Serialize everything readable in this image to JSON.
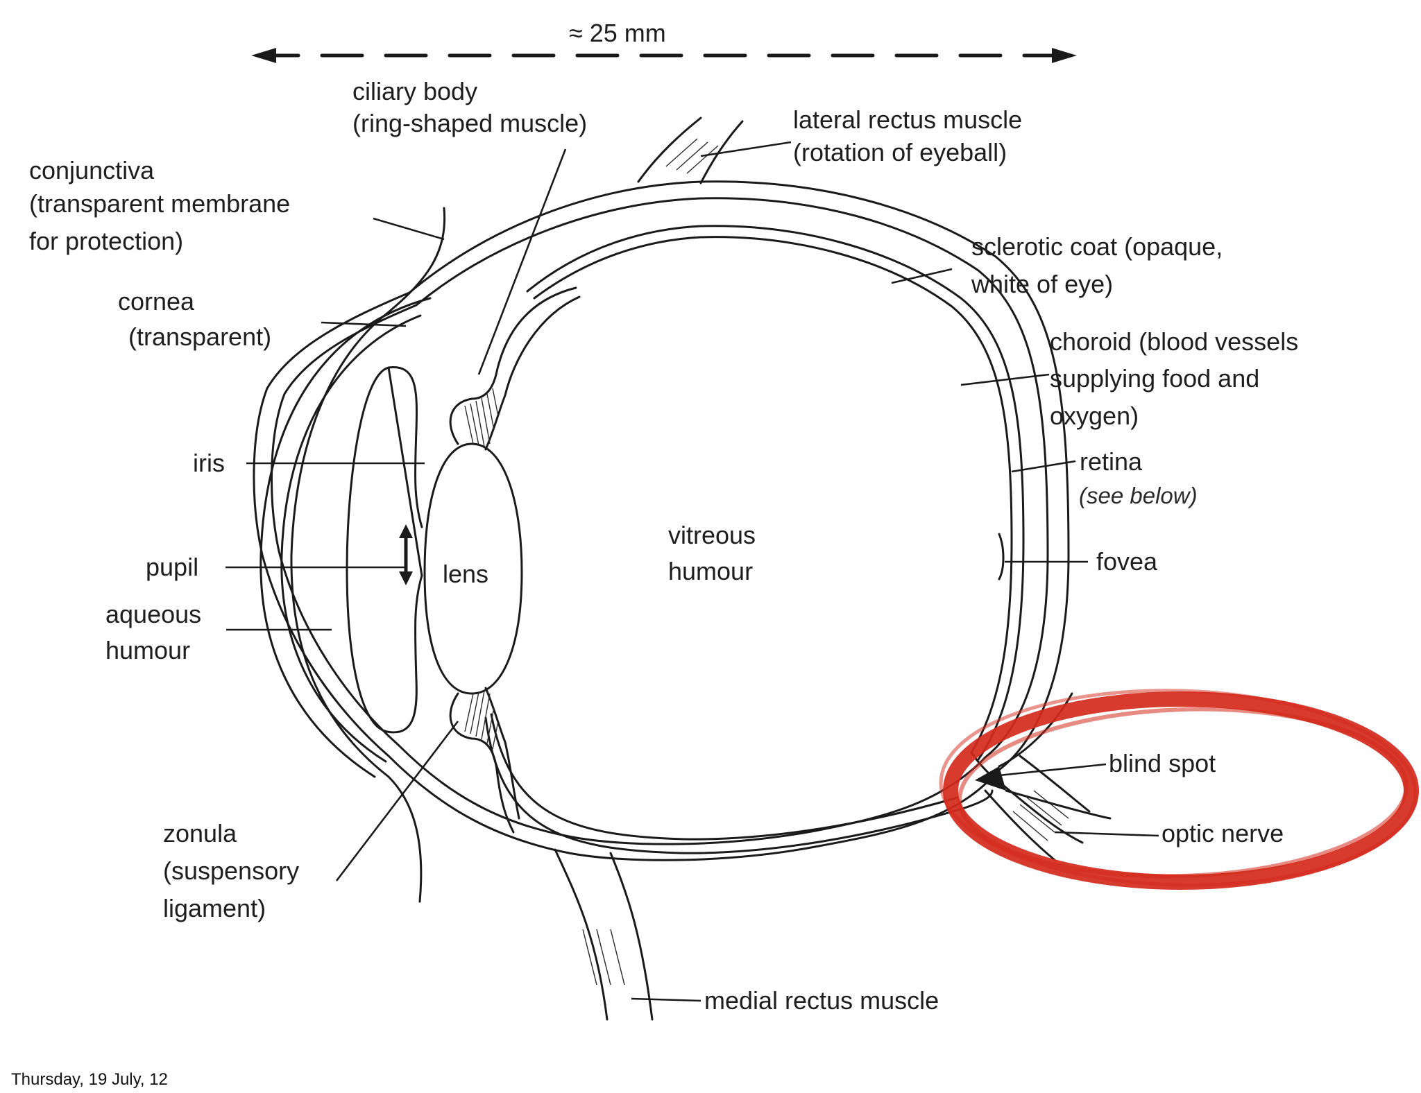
{
  "diagram": {
    "scale": "≈ 25 mm",
    "labels": {
      "ciliary_body": [
        "ciliary body",
        "(ring-shaped muscle)"
      ],
      "lateral_rectus": [
        "lateral rectus muscle",
        "(rotation of eyeball)"
      ],
      "conjunctiva": [
        "conjunctiva",
        "(transparent membrane",
        "for protection)"
      ],
      "cornea": [
        "cornea",
        "(transparent)"
      ],
      "sclerotic_coat": [
        "sclerotic coat (opaque,",
        "white of eye)"
      ],
      "choroid": [
        "choroid (blood vessels",
        "supplying food and",
        "oxygen)"
      ],
      "iris": "iris",
      "retina": "retina",
      "retina_note": "(see below)",
      "pupil": "pupil",
      "lens": "lens",
      "vitreous_humour": [
        "vitreous",
        "humour"
      ],
      "fovea": "fovea",
      "aqueous_humour": [
        "aqueous",
        "humour"
      ],
      "blind_spot": "blind spot",
      "optic_nerve": "optic nerve",
      "zonula": [
        "zonula",
        "(suspensory",
        "ligament)"
      ],
      "medial_rectus": "medial rectus muscle"
    },
    "highlight_color": "#d42a1c"
  },
  "footer": {
    "date": "Thursday, 19 July, 12"
  }
}
